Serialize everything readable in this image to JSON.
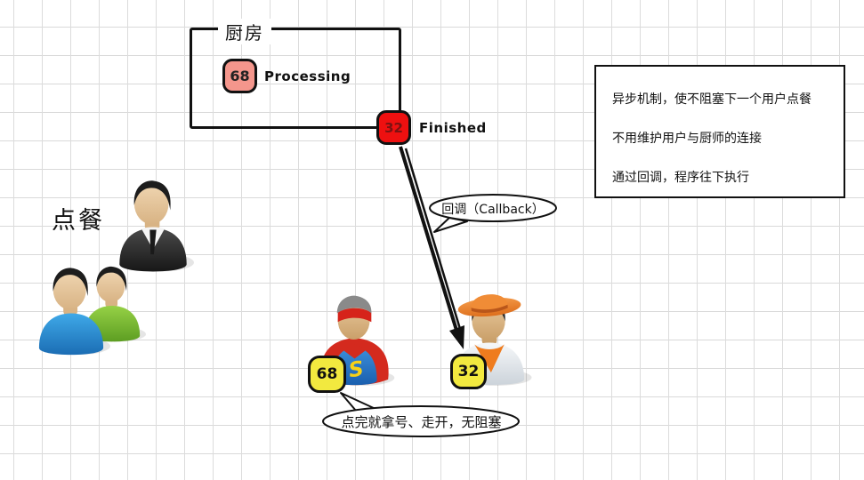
{
  "kitchen": {
    "title": "厨房",
    "processing": {
      "count": "68",
      "label": "Processing"
    },
    "finished": {
      "count": "32",
      "label": "Finished"
    }
  },
  "order_label": "点餐",
  "callback_bubble": {
    "text": "回调（Callback）"
  },
  "bottom_bubble": {
    "text": "点完就拿号、走开，无阻塞"
  },
  "notes": {
    "lines": [
      "异步机制，使不阻塞下一个用户点餐",
      "不用维护用户与厨师的连接",
      "通过回调，程序往下执行"
    ]
  },
  "customers": {
    "superhero_ticket": "68",
    "cowboy_ticket": "32",
    "superhero_chest_letter": "S"
  },
  "colors": {
    "processing_badge": "#f4968c",
    "finished_badge": "#ee1010",
    "ticket_badge": "#f2e93f",
    "grid_line": "#dcdcdc"
  }
}
